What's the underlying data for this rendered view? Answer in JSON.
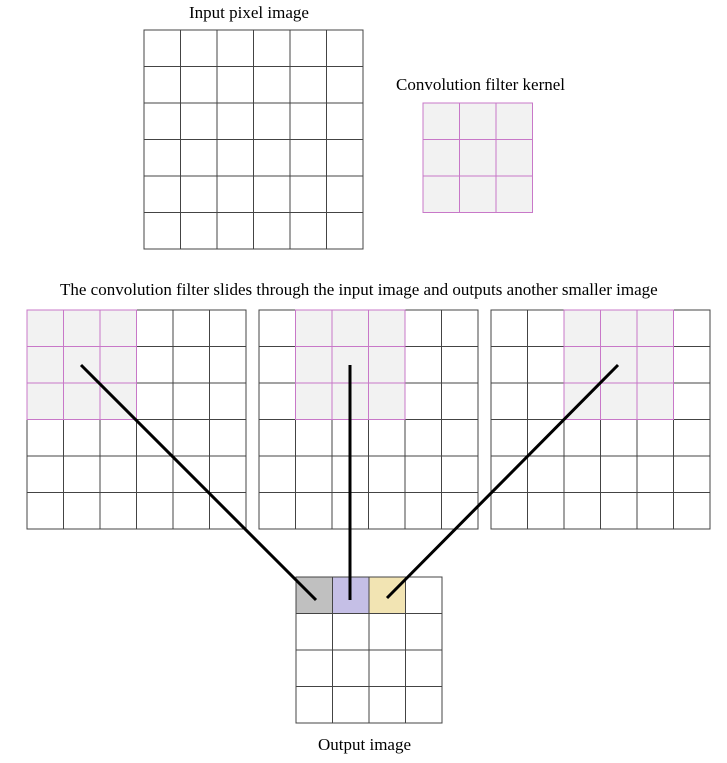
{
  "labels": {
    "input_title": "Input pixel image",
    "kernel_title": "Convolution filter kernel",
    "slide_caption": "The convolution filter slides through the input image and outputs another smaller image",
    "output_title": "Output image"
  },
  "grids": {
    "input": {
      "rows": 6,
      "cols": 6
    },
    "kernel": {
      "rows": 3,
      "cols": 3
    },
    "output": {
      "rows": 4,
      "cols": 4
    }
  },
  "slide_steps": [
    {
      "kernel_row": 0,
      "kernel_col": 0,
      "output_row": 0,
      "output_col": 0,
      "output_color": "#c0c0c0"
    },
    {
      "kernel_row": 0,
      "kernel_col": 1,
      "output_row": 0,
      "output_col": 1,
      "output_color": "#c5bfe6"
    },
    {
      "kernel_row": 0,
      "kernel_col": 2,
      "output_row": 0,
      "output_col": 2,
      "output_color": "#f2e4b3"
    }
  ],
  "colors": {
    "grid_line": "#444444",
    "kernel_line": "#c878c8",
    "kernel_fill": "#f2f2f2",
    "connector": "#000000"
  }
}
